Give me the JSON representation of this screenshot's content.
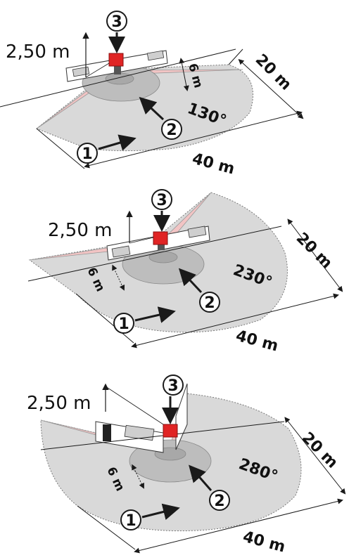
{
  "diagrams": [
    {
      "height": "2,50 m",
      "width": "20 m",
      "length": "40 m",
      "near": "6 m",
      "angle": "130°",
      "callouts": [
        "1",
        "2",
        "3"
      ]
    },
    {
      "height": "2,50 m",
      "width": "20 m",
      "length": "40 m",
      "near": "6 m",
      "angle": "230°",
      "callouts": [
        "1",
        "2",
        "3"
      ]
    },
    {
      "height": "2,50 m",
      "width": "20 m",
      "length": "40 m",
      "near": "6 m",
      "angle": "280°",
      "callouts": [
        "1",
        "2",
        "3"
      ]
    }
  ],
  "colors": {
    "zone_far": "#d6d6d6",
    "zone_near": "#b9b9b9",
    "zone_inner": "#a6a6a6",
    "beam": "#f2c4c4",
    "sensor": "#e02424",
    "line": "#1a1a1a"
  }
}
